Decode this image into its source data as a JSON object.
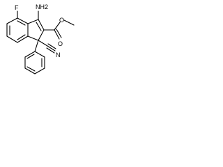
{
  "molecule": {
    "labels": {
      "fluoro": "F",
      "amino": "NH2",
      "ester_oxygen": "O",
      "carbonyl_oxygen": "O",
      "nitrile_nitrogen": "N"
    }
  }
}
